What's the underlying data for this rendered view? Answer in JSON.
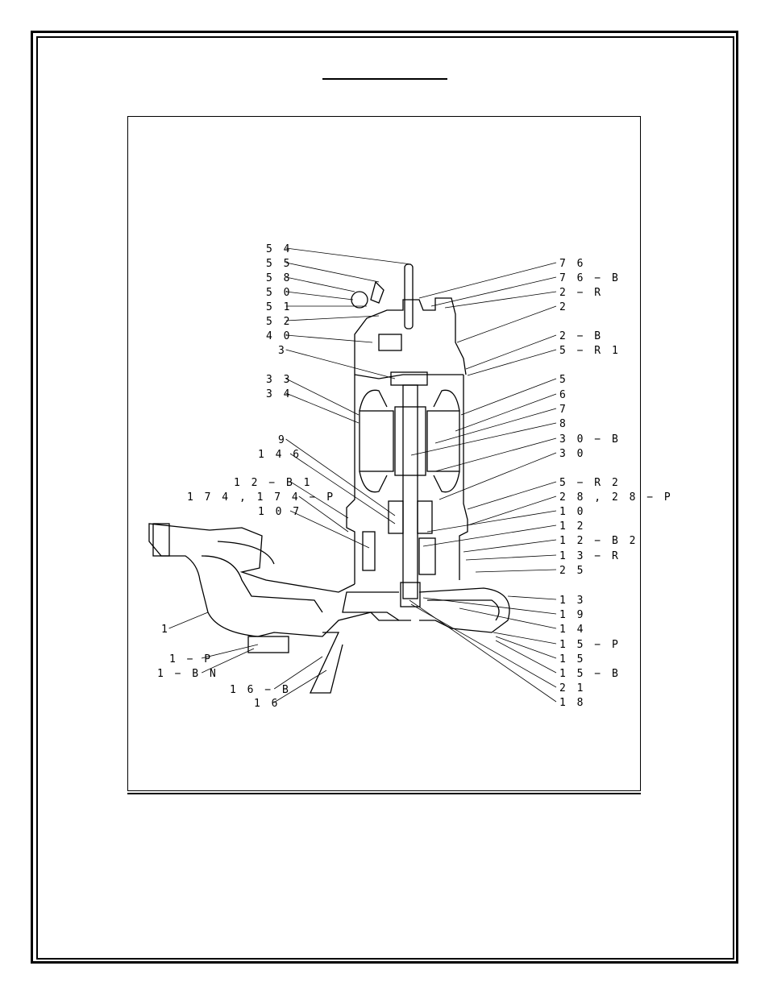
{
  "labels_left": [
    {
      "id": "54",
      "text": "5 4"
    },
    {
      "id": "55",
      "text": "5 5"
    },
    {
      "id": "58",
      "text": "5 8"
    },
    {
      "id": "50",
      "text": "5 0"
    },
    {
      "id": "51",
      "text": "5 1"
    },
    {
      "id": "52",
      "text": "5 2"
    },
    {
      "id": "40",
      "text": "4 0"
    },
    {
      "id": "3",
      "text": "3"
    },
    {
      "id": "33",
      "text": "3 3"
    },
    {
      "id": "34",
      "text": "3 4"
    },
    {
      "id": "9",
      "text": "9"
    },
    {
      "id": "146",
      "text": "1 4 6"
    },
    {
      "id": "12-B1",
      "text": "1 2 − B 1"
    },
    {
      "id": "174",
      "text": "1 7 4 ,  1 7 4 − P"
    },
    {
      "id": "107",
      "text": "1 0 7"
    },
    {
      "id": "1",
      "text": "1"
    },
    {
      "id": "1-P",
      "text": "1 − P"
    },
    {
      "id": "1-BN",
      "text": "1 − B N"
    },
    {
      "id": "16-B",
      "text": "1 6 − B"
    },
    {
      "id": "16",
      "text": "1 6"
    }
  ],
  "labels_right": [
    {
      "id": "76",
      "text": "7 6"
    },
    {
      "id": "76-B",
      "text": "7 6 − B"
    },
    {
      "id": "2-R",
      "text": "2 − R"
    },
    {
      "id": "2",
      "text": "2"
    },
    {
      "id": "2-B",
      "text": "2 − B"
    },
    {
      "id": "5-R1",
      "text": "5 − R 1"
    },
    {
      "id": "5",
      "text": "5"
    },
    {
      "id": "6",
      "text": "6"
    },
    {
      "id": "7",
      "text": "7"
    },
    {
      "id": "8",
      "text": "8"
    },
    {
      "id": "30-B",
      "text": "3 0 − B"
    },
    {
      "id": "30",
      "text": "3 0"
    },
    {
      "id": "5-R2",
      "text": "5 − R 2"
    },
    {
      "id": "28",
      "text": "2 8 ,  2 8 − P"
    },
    {
      "id": "10",
      "text": "1 0"
    },
    {
      "id": "12",
      "text": "1 2"
    },
    {
      "id": "12-B2",
      "text": "1 2 − B 2"
    },
    {
      "id": "13-R",
      "text": "1 3 − R"
    },
    {
      "id": "25",
      "text": "2 5"
    },
    {
      "id": "13",
      "text": "1 3"
    },
    {
      "id": "19",
      "text": "1 9"
    },
    {
      "id": "14",
      "text": "1 4"
    },
    {
      "id": "15-P",
      "text": "1 5 − P"
    },
    {
      "id": "15",
      "text": "1 5"
    },
    {
      "id": "15-B",
      "text": "1 5 − B"
    },
    {
      "id": "21",
      "text": "2 1"
    },
    {
      "id": "18",
      "text": "1 8"
    }
  ]
}
